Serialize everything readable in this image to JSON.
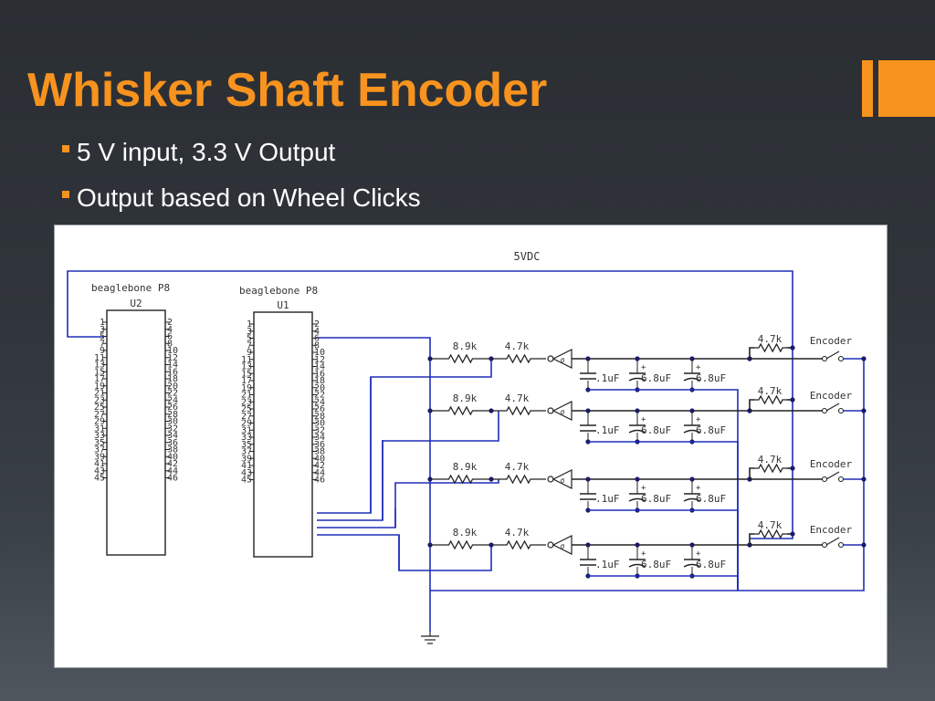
{
  "slide": {
    "title": "Whisker Shaft Encoder",
    "bullets": [
      "5 V input, 3.3 V Output",
      "Output based on Wheel Clicks"
    ]
  },
  "colors": {
    "accent": "#f7931e",
    "wire": "#1f2fb8",
    "background": "#2d3237"
  },
  "schematic": {
    "supply_label": "5VDC",
    "chips": [
      {
        "name": "beaglebone P8",
        "ref": "U2"
      },
      {
        "name": "beaglebone P8",
        "ref": "U1"
      }
    ],
    "left_pins": [
      "1",
      "3",
      "5",
      "7",
      "9",
      "11",
      "13",
      "15",
      "17",
      "19",
      "21",
      "23",
      "25",
      "27",
      "29",
      "31",
      "33",
      "35",
      "37",
      "39",
      "41",
      "43",
      "45"
    ],
    "right_pins": [
      "2",
      "4",
      "6",
      "8",
      "10",
      "12",
      "14",
      "16",
      "18",
      "20",
      "22",
      "24",
      "26",
      "28",
      "30",
      "32",
      "34",
      "36",
      "38",
      "40",
      "42",
      "44",
      "46"
    ],
    "channels": [
      {
        "r1": "8.9k",
        "r2": "4.7k",
        "c1": ".1uF",
        "c2": "6.8uF",
        "c3": "6.8uF",
        "pullup": "4.7k",
        "switch": "Encoder"
      },
      {
        "r1": "8.9k",
        "r2": "4.7k",
        "c1": ".1uF",
        "c2": "6.8uF",
        "c3": "6.8uF",
        "pullup": "4.7k",
        "switch": "Encoder"
      },
      {
        "r1": "8.9k",
        "r2": "4.7k",
        "c1": ".1uF",
        "c2": "6.8uF",
        "c3": "6.8uF",
        "pullup": "4.7k",
        "switch": "Encoder"
      },
      {
        "r1": "8.9k",
        "r2": "4.7k",
        "c1": ".1uF",
        "c2": "6.8uF",
        "c3": "6.8uF",
        "pullup": "4.7k",
        "switch": "Encoder"
      }
    ]
  }
}
